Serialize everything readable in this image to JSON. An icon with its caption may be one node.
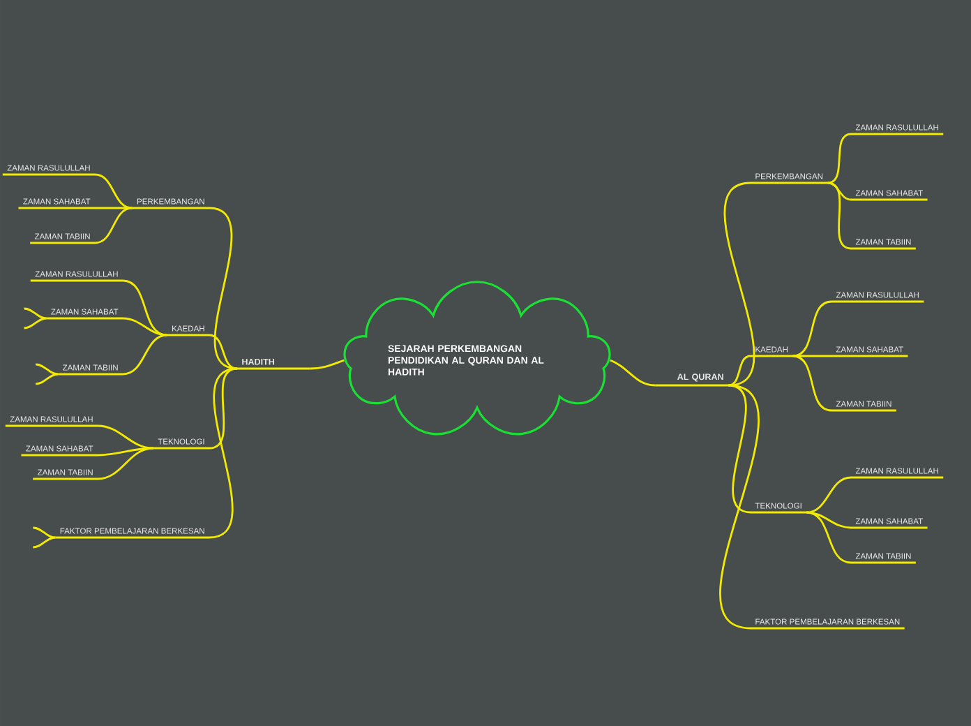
{
  "diagram": {
    "nodes": [
      {
        "text": [
          "SEJARAH PERKEMBANGAN PENDIDIKAN AL QURAN DAN AL HADITH"
        ]
      },
      {
        "text": [
          "HADITH"
        ]
      },
      {
        "text": [
          "PERKEMBANGAN"
        ]
      },
      {
        "text": [
          "ZAMAN RASULULLAH"
        ]
      },
      {
        "text": [
          "ZAMAN SAHABAT"
        ]
      },
      {
        "text": [
          "ZAMAN TABIIN"
        ]
      },
      {
        "text": [
          "KAEDAH"
        ]
      },
      {
        "text": [
          "ZAMAN RASULULLAH"
        ]
      },
      {
        "text": [
          "ZAMAN SAHABAT"
        ]
      },
      {
        "text": [
          "ZAMAN TABIIN"
        ]
      },
      {
        "text": [
          "TEKNOLOGI"
        ]
      },
      {
        "text": [
          "ZAMAN RASULULLAH"
        ]
      },
      {
        "text": [
          "ZAMAN SAHABAT"
        ]
      },
      {
        "text": [
          "ZAMAN TABIIN"
        ]
      },
      {
        "text": [
          "FAKTOR PEMBELAJARAN BERKESAN"
        ]
      },
      {
        "text": [
          "AL QURAN"
        ]
      },
      {
        "text": [
          "PERKEMBANGAN"
        ]
      },
      {
        "text": [
          "ZAMAN RASULULLAH"
        ]
      },
      {
        "text": [
          "ZAMAN SAHABAT"
        ]
      },
      {
        "text": [
          "ZAMAN TABIIN"
        ]
      },
      {
        "text": [
          "KAEDAH"
        ]
      },
      {
        "text": [
          "ZAMAN RASULULLAH"
        ]
      },
      {
        "text": [
          "ZAMAN SAHABAT"
        ]
      },
      {
        "text": [
          "ZAMAN TABIIN"
        ]
      },
      {
        "text": [
          "TEKNOLOGI"
        ]
      },
      {
        "text": [
          "ZAMAN RASULULLAH"
        ]
      },
      {
        "text": [
          "ZAMAN SAHABAT"
        ]
      },
      {
        "text": [
          "ZAMAN TABIIN"
        ]
      },
      {
        "text": [
          "FAKTOR PEMBELAJARAN BERKESAN"
        ]
      }
    ],
    "edges": [
      {
        "from": 0,
        "to": 1,
        "arrow": "none"
      },
      {
        "from": 1,
        "to": 2,
        "arrow": "none"
      },
      {
        "from": 2,
        "to": 3,
        "arrow": "none"
      },
      {
        "from": 2,
        "to": 4,
        "arrow": "none"
      },
      {
        "from": 2,
        "to": 5,
        "arrow": "none"
      },
      {
        "from": 1,
        "to": 6,
        "arrow": "none"
      },
      {
        "from": 6,
        "to": 7,
        "arrow": "none"
      },
      {
        "from": 6,
        "to": 8,
        "arrow": "none"
      },
      {
        "from": 6,
        "to": 9,
        "arrow": "none"
      },
      {
        "from": 1,
        "to": 10,
        "arrow": "none"
      },
      {
        "from": 10,
        "to": 11,
        "arrow": "none"
      },
      {
        "from": 10,
        "to": 12,
        "arrow": "none"
      },
      {
        "from": 10,
        "to": 13,
        "arrow": "none"
      },
      {
        "from": 1,
        "to": 14,
        "arrow": "none"
      },
      {
        "from": 0,
        "to": 15,
        "arrow": "none"
      },
      {
        "from": 15,
        "to": 16,
        "arrow": "none"
      },
      {
        "from": 16,
        "to": 17,
        "arrow": "none"
      },
      {
        "from": 16,
        "to": 18,
        "arrow": "none"
      },
      {
        "from": 16,
        "to": 19,
        "arrow": "none"
      },
      {
        "from": 15,
        "to": 20,
        "arrow": "none"
      },
      {
        "from": 20,
        "to": 21,
        "arrow": "none"
      },
      {
        "from": 20,
        "to": 22,
        "arrow": "none"
      },
      {
        "from": 20,
        "to": 23,
        "arrow": "none"
      },
      {
        "from": 15,
        "to": 24,
        "arrow": "none"
      },
      {
        "from": 24,
        "to": 25,
        "arrow": "none"
      },
      {
        "from": 24,
        "to": 26,
        "arrow": "none"
      },
      {
        "from": 24,
        "to": 27,
        "arrow": "none"
      },
      {
        "from": 15,
        "to": 28,
        "arrow": "none"
      },
      {
        "from": 8,
        "to": null,
        "arrow": "none"
      },
      {
        "from": 8,
        "to": null,
        "arrow": "none"
      },
      {
        "from": 9,
        "to": null,
        "arrow": "none"
      },
      {
        "from": 9,
        "to": null,
        "arrow": "none"
      },
      {
        "from": 14,
        "to": null,
        "arrow": "none"
      },
      {
        "from": 14,
        "to": null,
        "arrow": "none"
      }
    ]
  }
}
